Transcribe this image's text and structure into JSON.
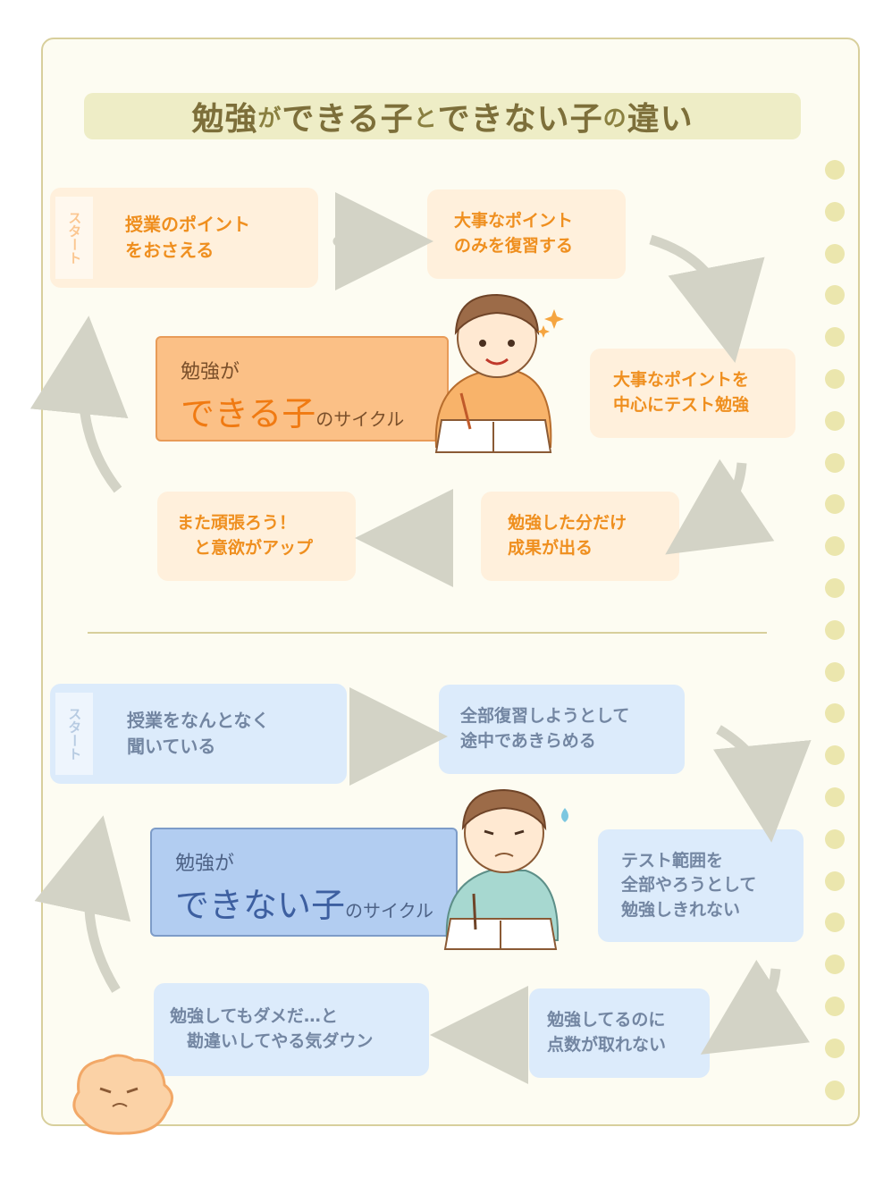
{
  "title": {
    "part1": "勉強",
    "part2": "が",
    "part3": "できる子",
    "part4": "と",
    "part5": "できない子",
    "part6": "の",
    "part7": "違い"
  },
  "good_cycle": {
    "start_label": "スタート",
    "steps": [
      "授業のポイント\nをおさえる",
      "大事なポイント\nのみを復習する",
      "大事なポイントを\n中心にテスト勉強",
      "勉強した分だけ\n成果が出る",
      "また頑張ろう！\n　と意欲がアップ"
    ],
    "center": {
      "line1": "勉強が",
      "big": "できる子",
      "suffix": "のサイクル"
    }
  },
  "bad_cycle": {
    "start_label": "スタート",
    "steps": [
      "授業をなんとなく\n聞いている",
      "全部復習しようとして\n途中であきらめる",
      "テスト範囲を\n全部やろうとして\n勉強しきれない",
      "勉強してるのに\n点数が取れない",
      "勉強してもダメだ…と\n　勘違いしてやる気ダウン"
    ],
    "center": {
      "line1": "勉強が",
      "big": "できない子",
      "suffix": "のサイクル"
    }
  },
  "colors": {
    "orange_text": "#ef8f1f",
    "orange_box": "#fff0dc",
    "blue_text": "#7386a2",
    "blue_box": "#dcebfb",
    "arrow": "#d3d3c6",
    "border": "#d8cf9c"
  }
}
